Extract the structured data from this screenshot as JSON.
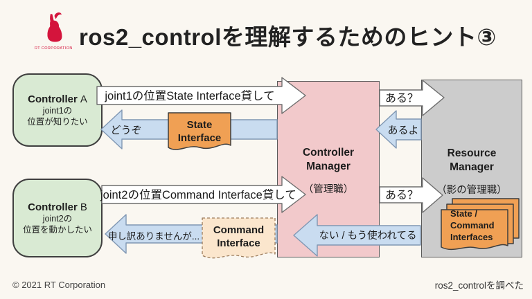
{
  "header": {
    "title": "ros2_controlを理解するためのヒント③",
    "logo_company": "RT CORPORATION"
  },
  "footer": {
    "copyright": "© 2021 RT Corporation",
    "note": "ros2_controlを調べた"
  },
  "colors": {
    "background": "#faf7f1",
    "green_box": "#d9ead3",
    "pink_box": "#f2c9cb",
    "gray_box": "#cccccc",
    "blue_arrow": "#c9dcf0",
    "white_arrow": "#ffffff",
    "orange_doc": "#f0a054",
    "cream_doc": "#fbe6cd",
    "logo_red": "#d4143c"
  },
  "diagram": {
    "nodes": {
      "controller_a": {
        "title_bold": "Controller",
        "title_suffix": "A",
        "line1": "joint1の",
        "line2": "位置が知りたい"
      },
      "controller_b": {
        "title_bold": "Controller",
        "title_suffix": "B",
        "line1": "joint2の",
        "line2": "位置を動かしたい"
      },
      "controller_manager": {
        "line1": "Controller",
        "line2": "Manager",
        "role": "（管理職）"
      },
      "resource_manager": {
        "line1": "Resource",
        "line2": "Manager",
        "role": "（影の管理職）"
      }
    },
    "documents": {
      "state_interface": {
        "line1": "State",
        "line2": "Interface"
      },
      "command_interface": {
        "line1": "Command",
        "line2": "Interface"
      },
      "interfaces_stack": {
        "line1": "State /",
        "line2": "Command",
        "line3": "Interfaces"
      }
    },
    "arrows": {
      "joint1_request": "joint1の位置State Interface貸して",
      "douzo": "どうぞ",
      "aru_top": "ある？",
      "aruyo": "あるよ",
      "joint2_request": "joint2の位置Command Interface貸して",
      "aru_bottom": "ある？",
      "nai": "ない / もう使われてる",
      "moushiwake": "申し訳ありませんが..."
    }
  }
}
